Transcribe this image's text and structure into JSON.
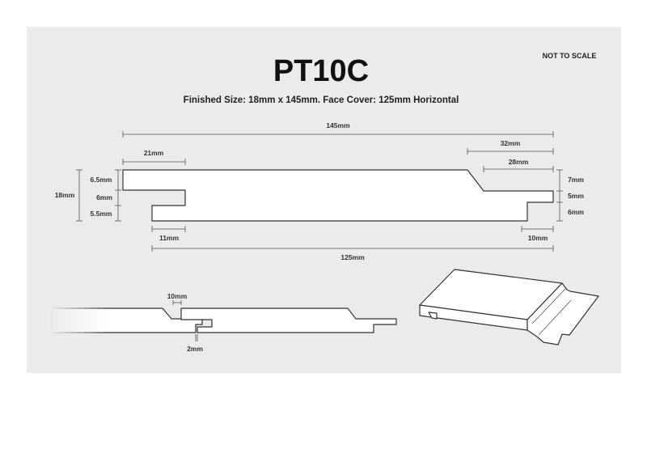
{
  "diagram": {
    "title": "PT10C",
    "subtitle": "Finished Size: 18mm x 145mm. Face Cover: 125mm Horizontal",
    "scale_note": "NOT TO SCALE",
    "dimensions": {
      "overall_width": "145mm",
      "chamfer_top": "32mm",
      "tongue_shoulder": "28mm",
      "groove_top": "21mm",
      "groove_bottom": "11mm",
      "tongue_bottom": "10mm",
      "face_cover": "125mm",
      "thickness": "18mm",
      "groove_upper_lip": "6.5mm",
      "groove_depth": "6mm",
      "groove_lower_lip": "5.5mm",
      "right_top": "7mm",
      "tongue_thickness": "5mm",
      "right_bottom": "6mm",
      "joint_gap": "10mm",
      "expansion_gap": "2mm"
    }
  }
}
